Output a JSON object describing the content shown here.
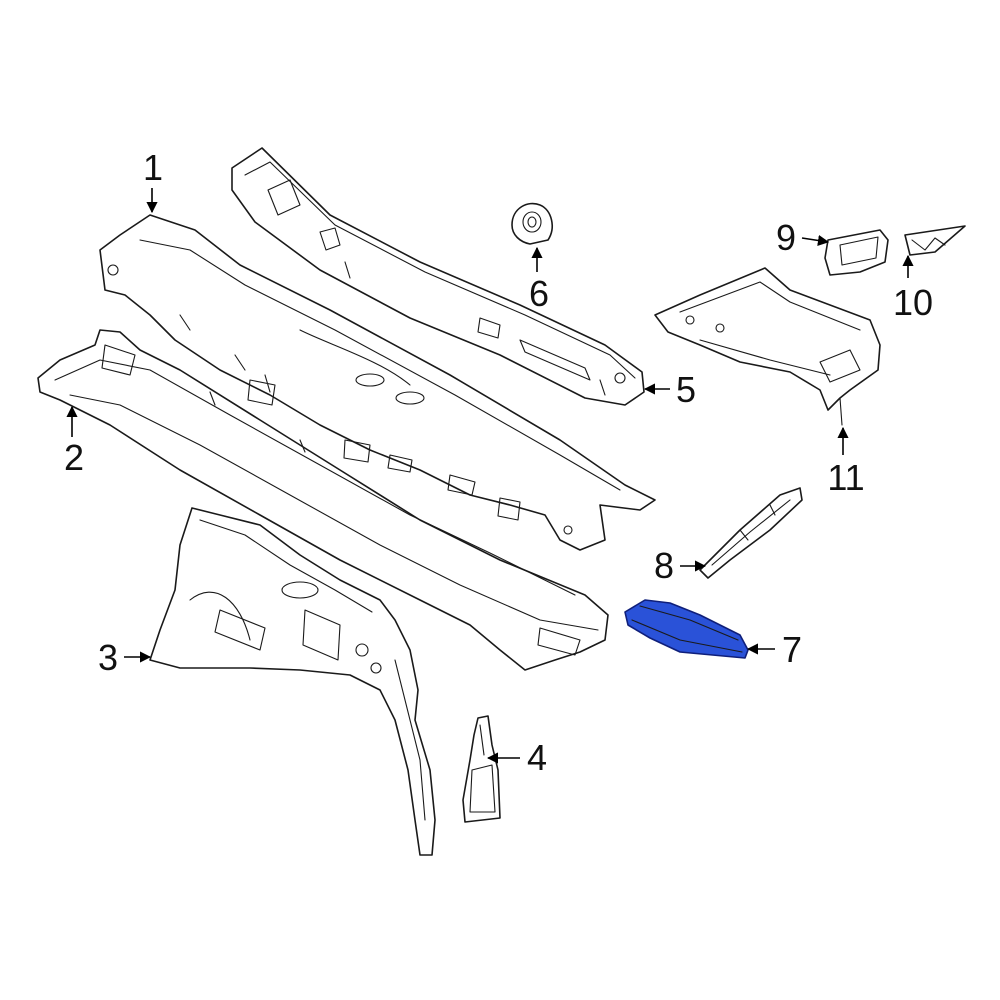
{
  "callouts": {
    "c1": "1",
    "c2": "2",
    "c3": "3",
    "c4": "4",
    "c5": "5",
    "c6": "6",
    "c7": "7",
    "c8": "8",
    "c9": "9",
    "c10": "10",
    "c11": "11"
  },
  "highlight": {
    "part": "7",
    "color": "#2a52d8",
    "stroke": "#0f1f7a"
  }
}
